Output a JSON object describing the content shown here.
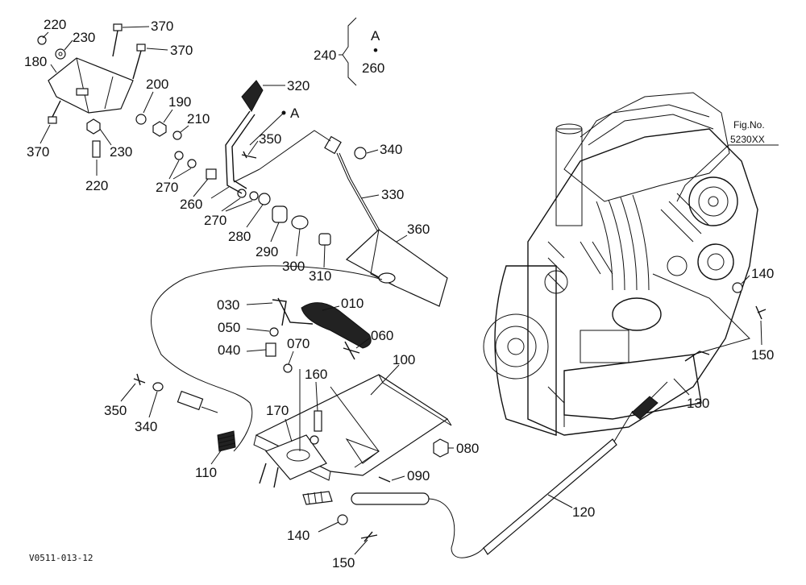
{
  "diagram": {
    "drawing_code": "V0511-013-12",
    "figure_ref": {
      "label": "Fig.No.",
      "number": "5230XX"
    },
    "bracket": {
      "item": "240",
      "top": "A",
      "dot": "•",
      "bottom": "260"
    },
    "pointer_marker": "A",
    "callouts": [
      "220",
      "230",
      "370",
      "370",
      "180",
      "200",
      "190",
      "210",
      "370",
      "230",
      "220",
      "270",
      "260",
      "270",
      "280",
      "290",
      "300",
      "310",
      "320",
      "350",
      "340",
      "330",
      "360",
      "030",
      "010",
      "050",
      "060",
      "040",
      "070",
      "100",
      "160",
      "170",
      "350",
      "340",
      "110",
      "080",
      "090",
      "140",
      "150",
      "120",
      "130",
      "140",
      "150"
    ]
  }
}
